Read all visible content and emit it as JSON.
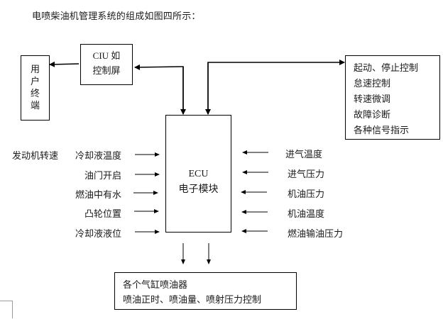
{
  "caption": "电喷柴油机管理系统的组成如图四所示：",
  "nodes": {
    "user_terminal": {
      "label": [
        "用",
        "户",
        "终",
        "端"
      ]
    },
    "ciu": {
      "line1": "CIU 如",
      "line2": "控制屏"
    },
    "ecu": {
      "line1": "ECU",
      "line2": "电子模块"
    },
    "controls": {
      "items": [
        "起动、停止控制",
        "怠速控制",
        "转速微调",
        "故障诊断",
        "各种信号指示"
      ]
    },
    "injectors": {
      "line1": "各个气缸喷油器",
      "line2": "喷油正时、喷油量、喷射压力控制"
    }
  },
  "left_inputs": {
    "extra": "发动机转速",
    "items": [
      "冷却液温度",
      "油门开启",
      "燃油中有水",
      "凸轮位置",
      "冷却液液位"
    ]
  },
  "right_inputs": {
    "items": [
      "进气温度",
      "进气压力",
      "机油压力",
      "机油温度",
      "燃油输油压力"
    ]
  },
  "colors": {
    "line": "#000000",
    "text": "#1a1a1a"
  }
}
